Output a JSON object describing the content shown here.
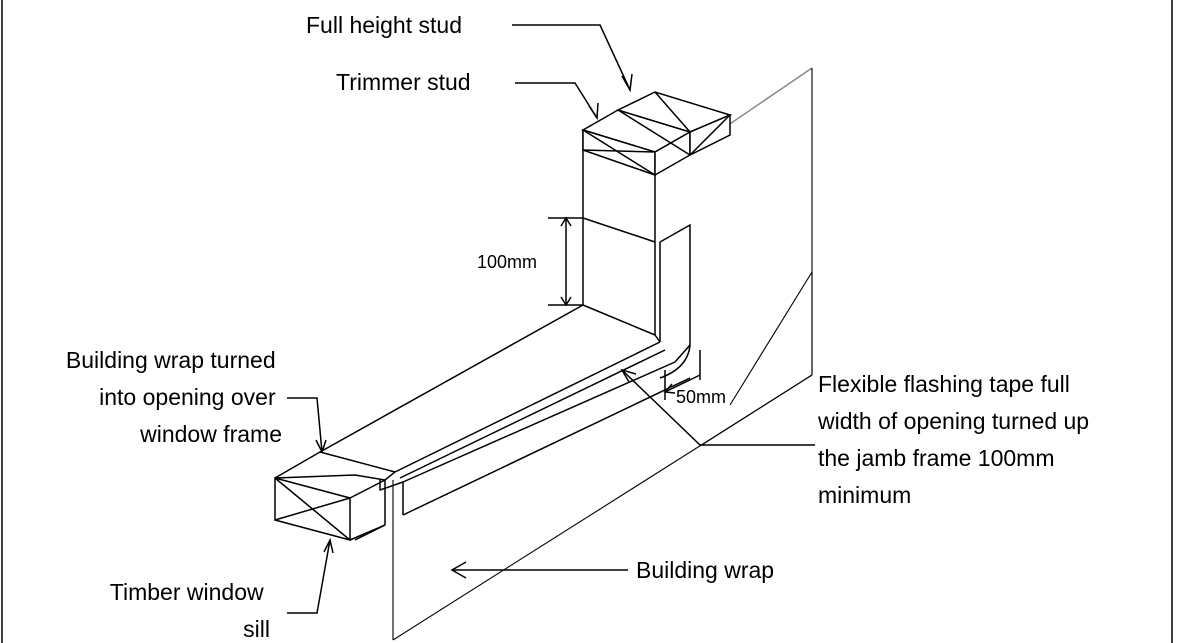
{
  "diagram": {
    "labels": {
      "full_height_stud": "Full height stud",
      "trimmer_stud": "Trimmer stud",
      "dim_100mm": "100mm",
      "building_wrap_turned": [
        "Building wrap turned",
        "into opening over",
        "window frame"
      ],
      "dim_50mm": "50mm",
      "flashing_tape": [
        "Flexible flashing tape full",
        "width of opening turned up",
        "the jamb frame 100mm",
        "minimum"
      ],
      "building_wrap": "Building wrap",
      "timber_window_sill": [
        "Timber window",
        "sill"
      ]
    }
  }
}
